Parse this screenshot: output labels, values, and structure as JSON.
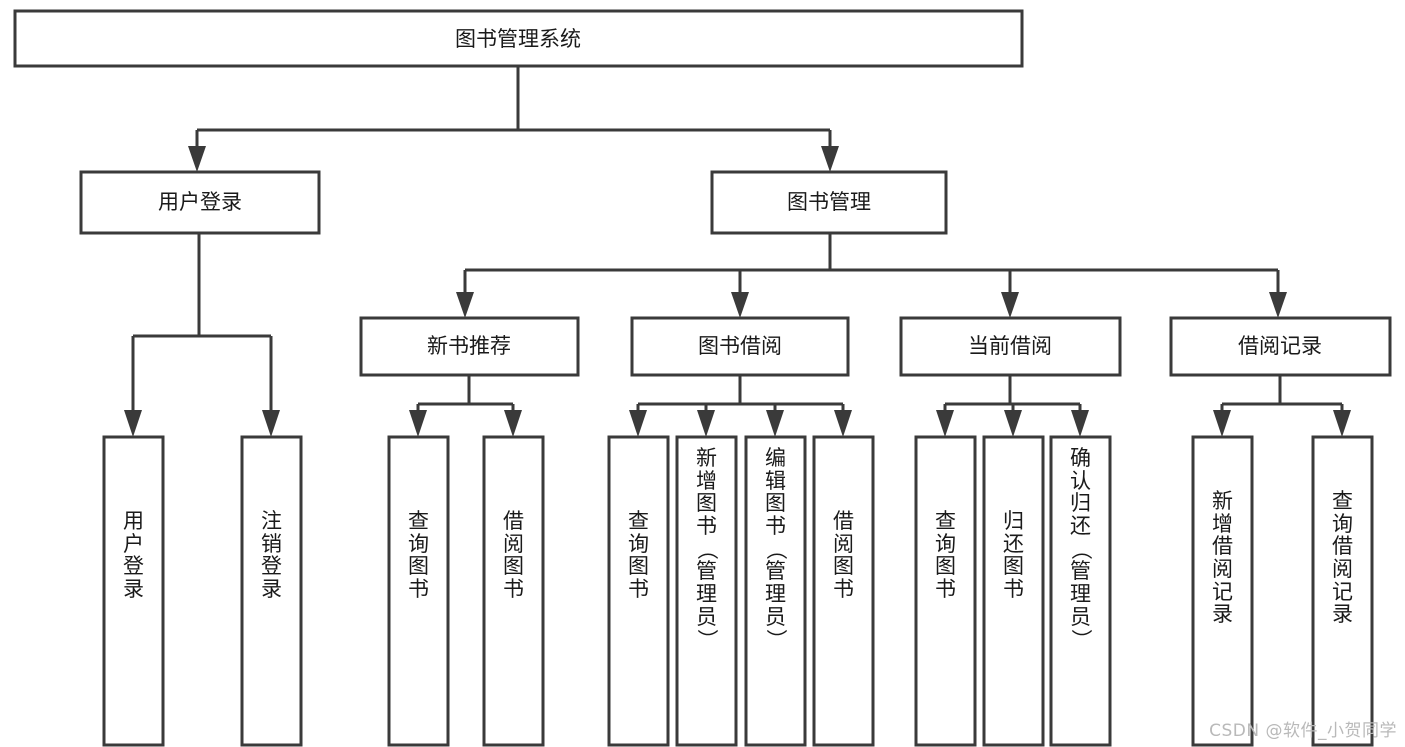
{
  "diagram": {
    "type": "tree",
    "title": "图书管理系统",
    "orientation": "top-down",
    "colors": {
      "stroke": "#3a3a3a",
      "fill": "#ffffff",
      "text": "#1a1a1a",
      "background": "#ffffff",
      "watermark": "#b9b9b9"
    },
    "root": {
      "label": "图书管理系统"
    },
    "level2": [
      {
        "label": "用户登录"
      },
      {
        "label": "图书管理"
      }
    ],
    "level3": [
      {
        "label": "新书推荐"
      },
      {
        "label": "图书借阅"
      },
      {
        "label": "当前借阅"
      },
      {
        "label": "借阅记录"
      }
    ],
    "leaves": {
      "user_login": [
        {
          "label": "用户登录"
        },
        {
          "label": "注销登录"
        }
      ],
      "new_book_recommend": [
        {
          "label": "查询图书"
        },
        {
          "label": "借阅图书"
        }
      ],
      "book_borrow": [
        {
          "label": "查询图书"
        },
        {
          "label": "新增图书（管理员）"
        },
        {
          "label": "编辑图书（管理员）"
        },
        {
          "label": "借阅图书"
        }
      ],
      "current_borrow": [
        {
          "label": "查询图书"
        },
        {
          "label": "归还图书"
        },
        {
          "label": "确认归还（管理员）"
        }
      ],
      "borrow_record": [
        {
          "label": "新增借阅记录"
        },
        {
          "label": "查询借阅记录"
        }
      ]
    }
  },
  "watermark": {
    "text": "CSDN @软件_小贺同学"
  }
}
